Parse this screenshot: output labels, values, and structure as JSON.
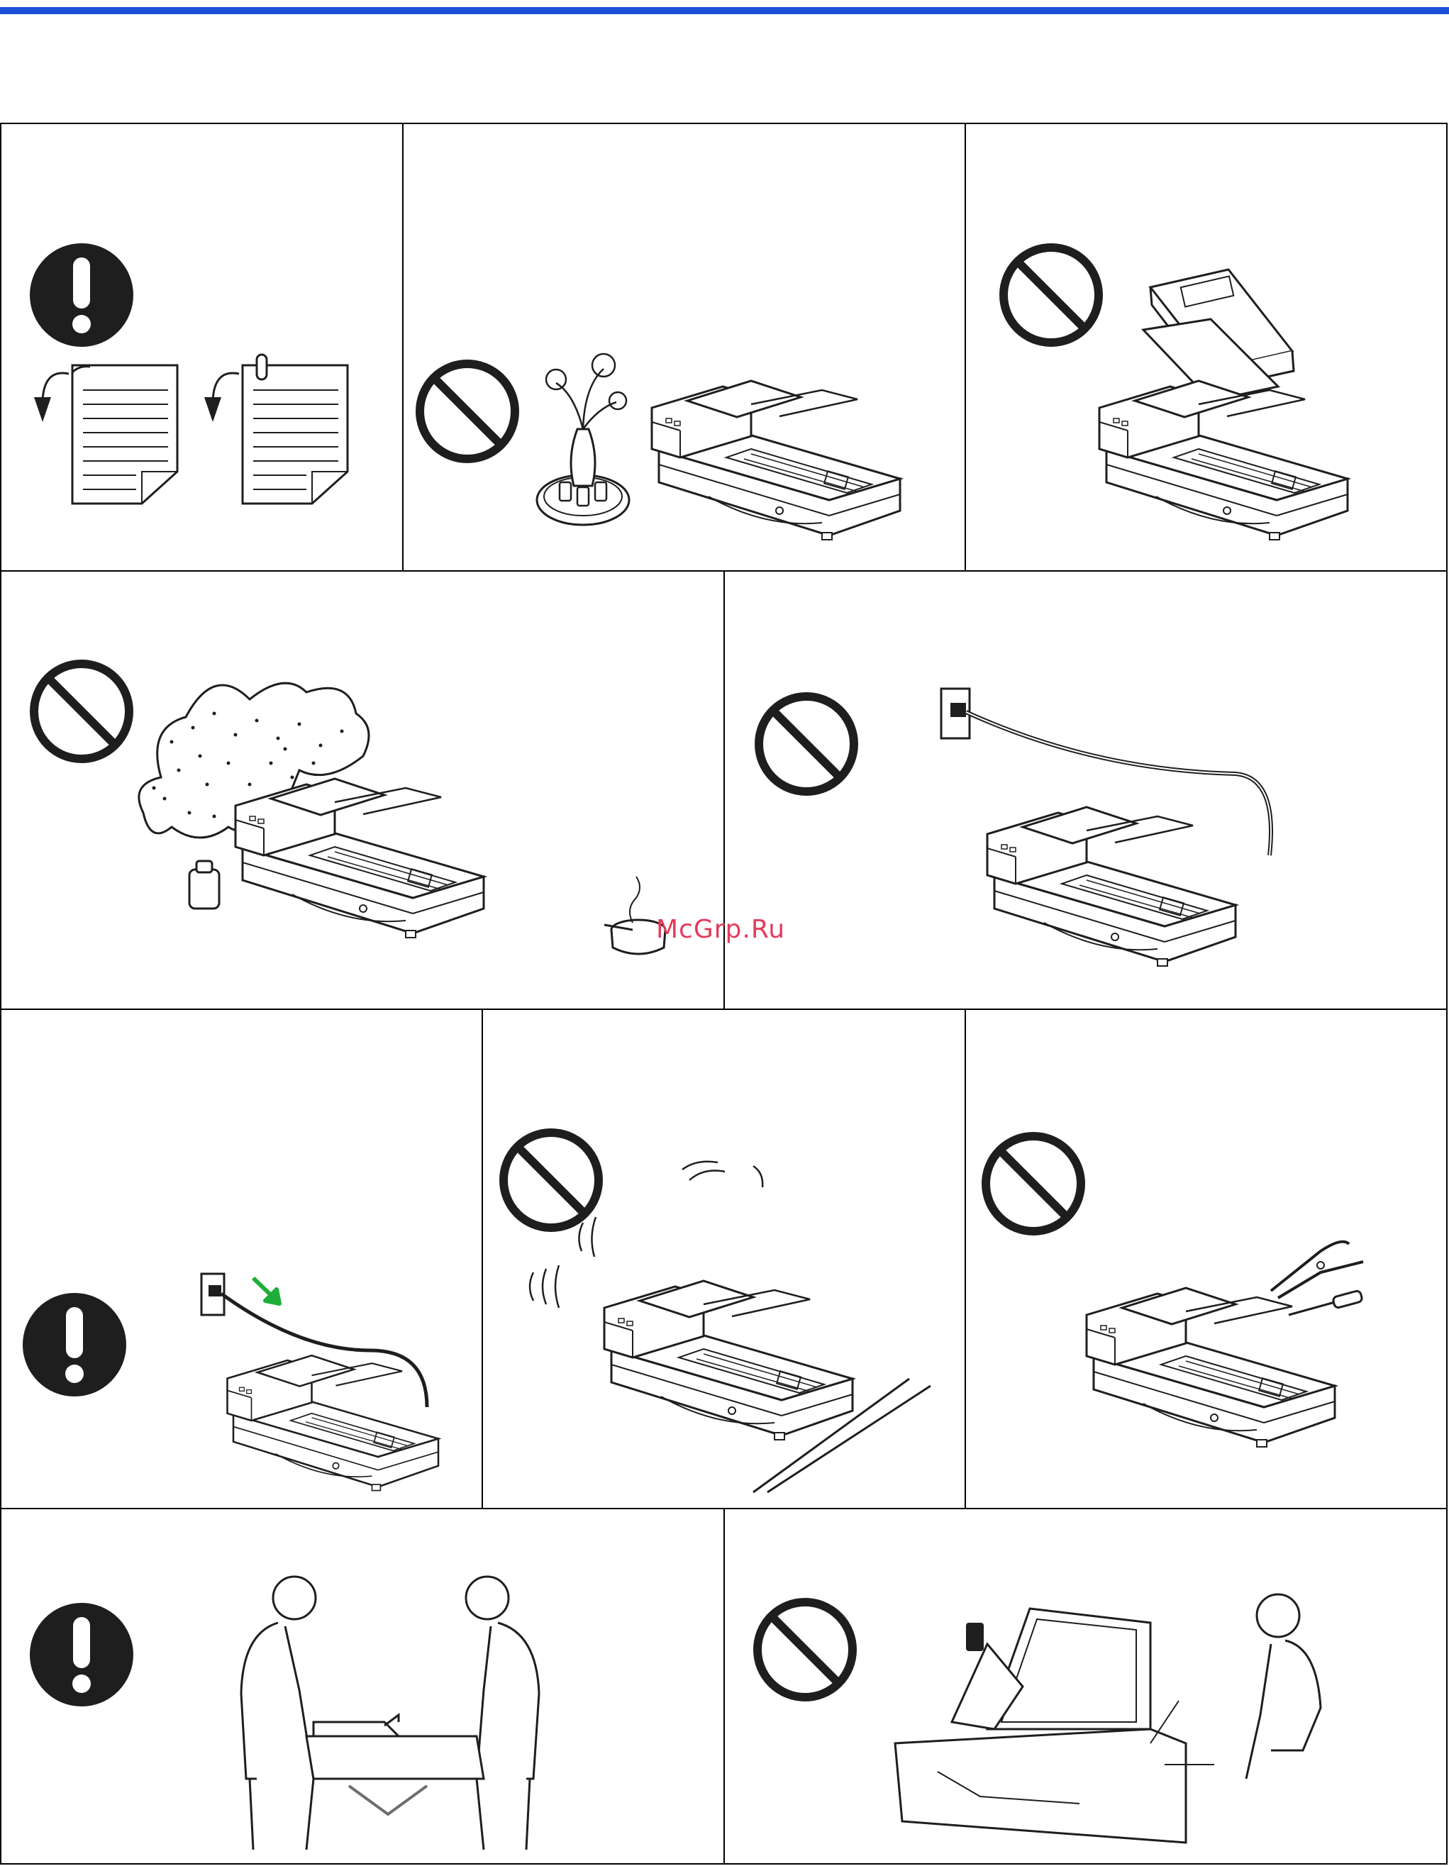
{
  "header": {
    "accent_color": "#1a4fd6"
  },
  "watermark": {
    "text": "McGrp.Ru",
    "color": "#e53a5a"
  },
  "panels": [
    {
      "id": "paper-curl",
      "symbol": "mandatory-icon",
      "illustration": "curled-and-clipped-document-icons"
    },
    {
      "id": "no-liquids",
      "symbol": "prohibited-icon",
      "illustration": "vase-and-cups-near-scanner"
    },
    {
      "id": "no-heavy-objects",
      "symbol": "prohibited-icon",
      "illustration": "books-on-scanner"
    },
    {
      "id": "no-dust-smoke",
      "symbol": "prohibited-icon",
      "illustration": "dust-cloud-and-ashtray-near-scanner"
    },
    {
      "id": "cord-care",
      "symbol": "prohibited-icon",
      "illustration": "power-cord-to-scanner"
    },
    {
      "id": "unplug-cord",
      "symbol": "mandatory-icon",
      "illustration": "unplugging-power-cord"
    },
    {
      "id": "no-vibration",
      "symbol": "prohibited-icon",
      "illustration": "scanner-on-unstable-surface"
    },
    {
      "id": "no-disassembly",
      "symbol": "prohibited-icon",
      "illustration": "pliers-and-screwdriver-near-scanner"
    },
    {
      "id": "two-person-lift",
      "symbol": "mandatory-icon",
      "illustration": "two-people-carrying-scanner"
    },
    {
      "id": "no-open-parts",
      "symbol": "prohibited-icon",
      "illustration": "person-near-opened-scanner"
    }
  ]
}
